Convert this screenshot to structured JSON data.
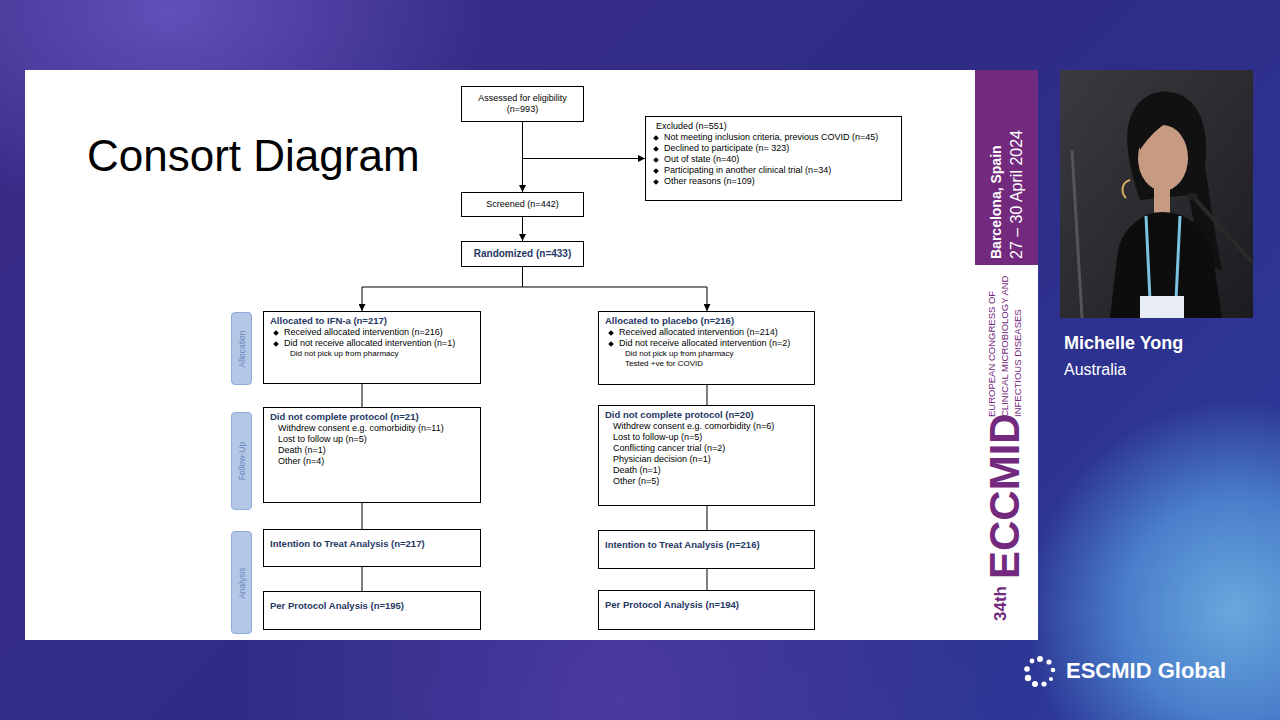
{
  "diagram": {
    "title": "Consort Diagram",
    "nodes": [
      {
        "text": [
          "Assessed for eligibility (n=993)"
        ]
      },
      {
        "text": [
          "Excluded (n=551)",
          "Not meeting inclusion criteria, previous COVID (n=45)",
          "Declined to participate (n= 323)",
          "Out of state (n=40)",
          "Participating in another clinical trial (n=34)",
          "Other reasons (n=109)"
        ]
      },
      {
        "text": [
          "Screened (n=442)"
        ]
      },
      {
        "text": [
          "Randomized (n=433)"
        ]
      },
      {
        "text": [
          "Allocation"
        ]
      },
      {
        "text": [
          "Allocated to IFN-a (n=217)",
          "Received allocated intervention (n=216)",
          "Did not receive allocated intervention (n=1)",
          "Did not pick up from pharmacy"
        ]
      },
      {
        "text": [
          "Allocated to placebo (n=216)",
          "Received allocated intervention (n=214)",
          "Did not receive allocated intervention (n=2)",
          "Did not pick up from pharmacy",
          "Tested +ve for COVID"
        ]
      },
      {
        "text": [
          "Follow-Up"
        ]
      },
      {
        "text": [
          "Did not complete protocol (n=21)",
          "Withdrew consent e.g. comorbidity (n=11)",
          "Lost to follow up (n=5)",
          "Death (n=1)",
          "Other (n=4)"
        ]
      },
      {
        "text": [
          "Did not complete protocol (n=20)",
          "Withdrew consent e.g. comorbidity (n=6)",
          "Lost to follow-up (n=5)",
          "Conflicting cancer trial (n=2)",
          "Physician decision (n=1)",
          "Death (n=1)",
          "Other (n=5)"
        ]
      },
      {
        "text": [
          "Analysis"
        ]
      },
      {
        "text": [
          "Intention to Treat Analysis (n=217)"
        ]
      },
      {
        "text": [
          "Intention to Treat Analysis (n=216)"
        ]
      },
      {
        "text": [
          "Per Protocol Analysis (n=195)"
        ]
      },
      {
        "text": [
          "Per Protocol Analysis (n=194)"
        ]
      }
    ],
    "edges": [
      {
        "from": 0,
        "to": 1,
        "arrow": "to"
      },
      {
        "from": 0,
        "to": 2,
        "arrow": "to"
      },
      {
        "from": 2,
        "to": 3,
        "arrow": "to"
      },
      {
        "from": 3,
        "to": 5,
        "arrow": "to"
      },
      {
        "from": 3,
        "to": 6,
        "arrow": "to"
      },
      {
        "from": 5,
        "to": 8,
        "arrow": "none"
      },
      {
        "from": 8,
        "to": 11,
        "arrow": "none"
      },
      {
        "from": 11,
        "to": 13,
        "arrow": "none"
      },
      {
        "from": 6,
        "to": 9,
        "arrow": "none"
      },
      {
        "from": 9,
        "to": 12,
        "arrow": "none"
      },
      {
        "from": 12,
        "to": 14,
        "arrow": "none"
      }
    ],
    "labels": [
      "Barcelona, Spain",
      "27 – 30 April 2024",
      "EUROPEAN CONGRESS OF CLINICAL MICROBIOLOGY AND INFECTIOUS DISEASES",
      "34th",
      "ECCMID",
      "Michelle Yong",
      "Australia",
      "ESCMID Global"
    ]
  }
}
